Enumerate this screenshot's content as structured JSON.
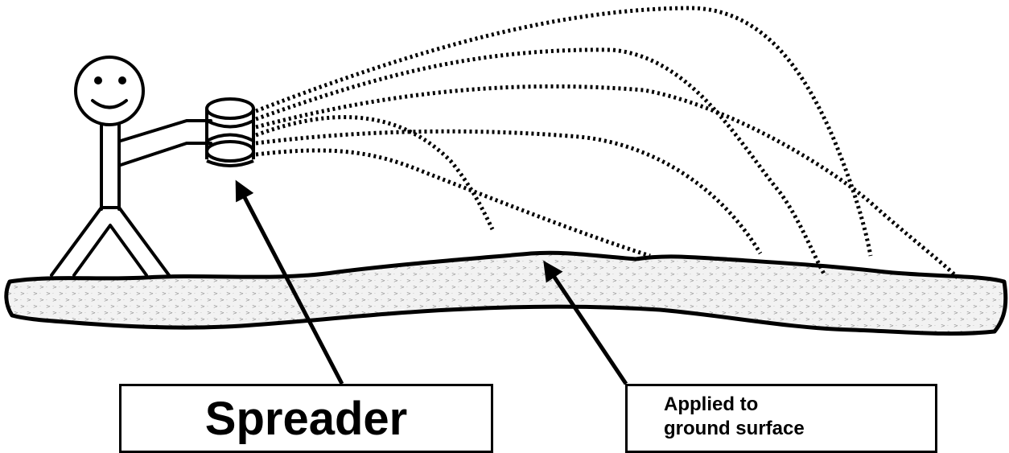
{
  "labels": {
    "spreader": "Spreader",
    "applied_line1": "Applied to",
    "applied_line2": "ground surface"
  },
  "colors": {
    "ink": "#000000",
    "ground_fill": "#f2f2f2",
    "ground_pattern": "#9a9a9a"
  },
  "icons": [
    "stick-figure",
    "spreader-device",
    "spray-trajectories",
    "ground-strip",
    "pointer-arrows"
  ]
}
